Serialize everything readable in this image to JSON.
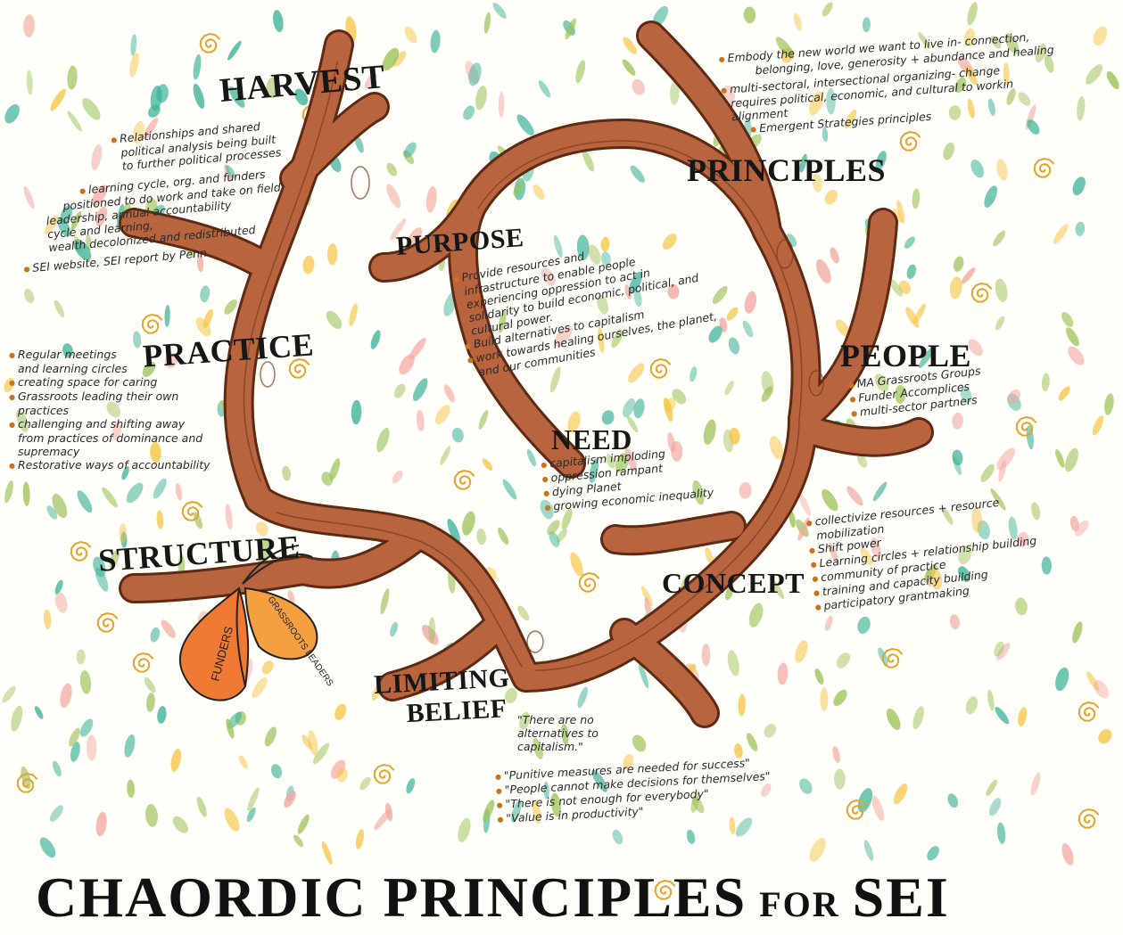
{
  "title": {
    "main": "CHAORDIC PRINCIPLES",
    "for": "FOR",
    "org": "SEI"
  },
  "colors": {
    "branch": "#b8643f",
    "branch_dark": "#5e2a14",
    "leaf_green": "#9cc25a",
    "leaf_teal": "#3fb39a",
    "spiral": "#e3a428",
    "pink": "#f2a7a0",
    "flag_orange": "#f07a33",
    "flag_yellow": "#f5c340"
  },
  "sections": {
    "harvest": {
      "label": "HARVEST",
      "items": [
        [
          "Relationships and shared",
          "political analysis being built",
          "to further political processes"
        ],
        [
          "learning cycle, org. and funders",
          "positioned to do work and take on field",
          "leadership, annual accountability",
          "cycle and learning,",
          "wealth decolonized and redistributed"
        ],
        [
          "SEI website, SEI report by Penn"
        ]
      ]
    },
    "principles": {
      "label": "PRINCIPLES",
      "items": [
        [
          "Embody the new world we want to live in- connection,",
          "belonging, love, generosity + abundance and healing"
        ],
        [
          "multi-sectoral, intersectional organizing- change",
          "requires political, economic, and cultural to workin",
          "alignment"
        ],
        [
          "Emergent Strategies principles"
        ]
      ]
    },
    "purpose": {
      "label": "PURPOSE",
      "items": [
        [
          "Provide resources and",
          "infrastructure to enable people",
          "experiencing oppression to act in",
          "solidarity to build economic, political, and",
          "cultural power."
        ],
        [
          "Build alternatives to capitalism"
        ],
        [
          "work towards healing ourselves, the planet,",
          "and our communities"
        ]
      ]
    },
    "practice": {
      "label": "PRACTICE",
      "items": [
        [
          "Regular meetings",
          "and learning circles"
        ],
        [
          "creating space for caring"
        ],
        [
          "Grassroots leading their own",
          "practices"
        ],
        [
          "challenging and shifting away",
          "from practices of dominance and",
          "supremacy"
        ],
        [
          "Restorative ways of accountability"
        ]
      ]
    },
    "people": {
      "label": "PEOPLE",
      "items": [
        [
          "MA Grassroots Groups"
        ],
        [
          "Funder Accomplices"
        ],
        [
          "multi-sector partners"
        ]
      ]
    },
    "need": {
      "label": "NEED",
      "items": [
        [
          "capitalism imploding"
        ],
        [
          "oppression rampant"
        ],
        [
          "dying Planet"
        ],
        [
          "growing economic inequality"
        ]
      ]
    },
    "structure": {
      "label": "STRUCTURE",
      "wings": [
        "FUNDERS",
        "GRASSROOTS LEADERS"
      ]
    },
    "concept": {
      "label": "CONCEPT",
      "items": [
        [
          "collectivize resources + resource",
          "mobilization"
        ],
        [
          "Shift power"
        ],
        [
          "Learning circles + relationship building"
        ],
        [
          "community of practice"
        ],
        [
          "training and capacity building"
        ],
        [
          "participatory grantmaking"
        ]
      ]
    },
    "limiting": {
      "label_line1": "LIMITING",
      "label_line2": "BELIEF",
      "items": [
        [
          "\"There are no",
          "alternatives to",
          "capitalism.\""
        ],
        [
          "\"Punitive measures are needed for success\""
        ],
        [
          "\"People cannot make decisions for themselves\""
        ],
        [
          "\"There is not enough for everybody\""
        ],
        [
          "\"Value is in productivity\""
        ]
      ]
    }
  }
}
